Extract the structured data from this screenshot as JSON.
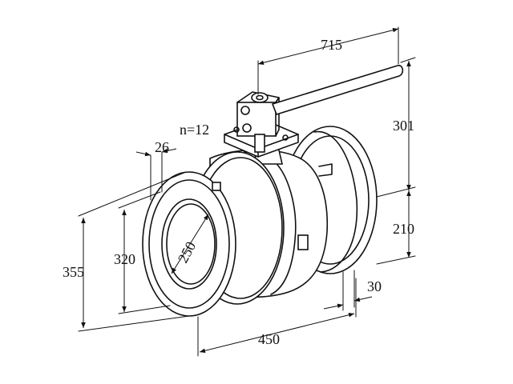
{
  "diagram": {
    "dimensions": {
      "handle_length": "715",
      "handle_height": "301",
      "center_height": "210",
      "flange_thickness": "30",
      "body_length": "450",
      "flange_od": "355",
      "bolt_circle": "320",
      "bore": "250",
      "flange_bolt_hole": "26",
      "bolt_count": "n=12"
    }
  }
}
